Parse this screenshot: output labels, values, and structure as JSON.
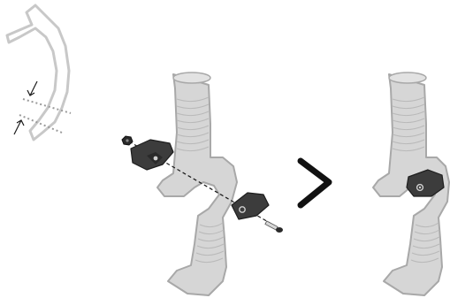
{
  "palette": {
    "background": "#ffffff",
    "grip_fill": "#d6d6d6",
    "grip_ridge": "#b9b9b9",
    "grip_outline": "#a8a8a8",
    "plate_fill": "#3c3c3c",
    "plate_edge": "#1e1e1e",
    "hardware": "#2a2a2a",
    "guide_line": "#1a1a1a",
    "step_arrow": "#111111",
    "detail_outline": "#c8c8c8",
    "detail_dots": "#9a9a9a"
  },
  "figure": {
    "detail_view": "grip-outline-with-mount-lines",
    "assembly_view": "exploded-adapter-plates",
    "step_indicator": "chevron-right-icon",
    "result_view": "assembled-adapter-plate"
  }
}
